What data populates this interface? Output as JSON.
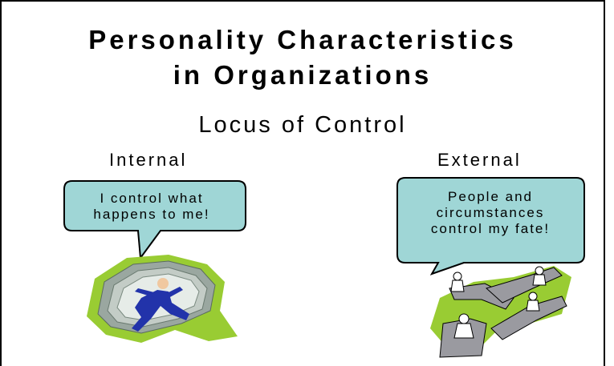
{
  "slide": {
    "title_line1": "Personality Characteristics",
    "title_line2": "in Organizations",
    "subtitle": "Locus of Control",
    "internal": {
      "label": "Internal",
      "bubble_line1": "I control what",
      "bubble_line2": "happens to me!"
    },
    "external": {
      "label": "External",
      "bubble_line1": "People and",
      "bubble_line2": "circumstances",
      "bubble_line3": "control my fate!"
    }
  },
  "colors": {
    "bubble_fill": "#9fd6d6",
    "grass_green": "#99cc33",
    "figure_blue": "#2233aa",
    "ramp_gray": "#9a9aa0"
  },
  "icons": [
    "speech-bubble-icon",
    "clip-art-runner-icon",
    "clip-art-paths-icon"
  ]
}
